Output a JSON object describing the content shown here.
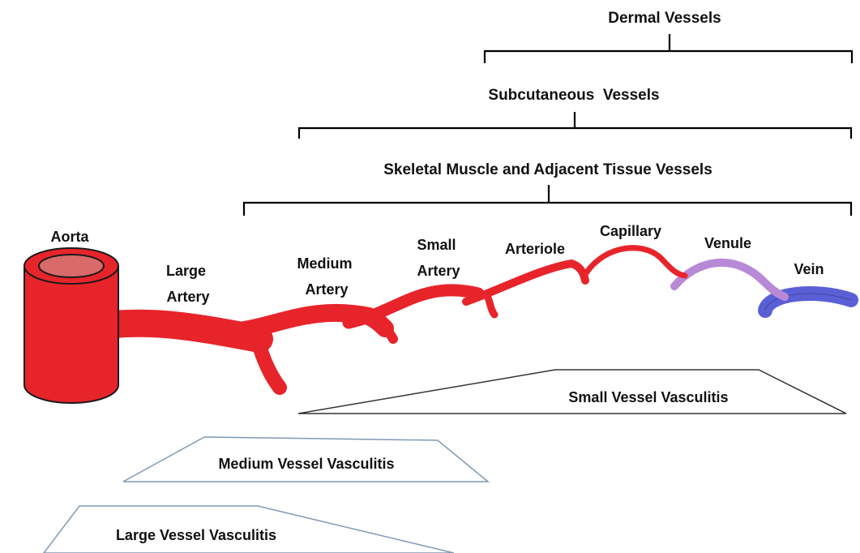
{
  "vessel_ranges": {
    "dermal": "Dermal Vessels",
    "subcutaneous": "Subcutaneous  Vessels",
    "skeletal": "Skeletal Muscle and Adjacent Tissue Vessels"
  },
  "vessels": {
    "aorta": "Aorta",
    "large_artery": [
      "Large",
      "Artery"
    ],
    "medium_artery": [
      "Medium",
      "Artery"
    ],
    "small_artery": [
      "Small",
      "Artery"
    ],
    "arteriole": "Arteriole",
    "capillary": "Capillary",
    "venule": "Venule",
    "vein": "Vein"
  },
  "vasculitis": {
    "small": "Small Vessel Vasculitis",
    "medium": "Medium Vessel Vasculitis",
    "large": "Large Vessel Vasculitis"
  },
  "colors": {
    "artery_red": "#e8242b",
    "lumen": "#d96a6a",
    "venule": "#b889d6",
    "vein": "#5b5fd6",
    "trapezoid_outline": "#7f98b6"
  }
}
